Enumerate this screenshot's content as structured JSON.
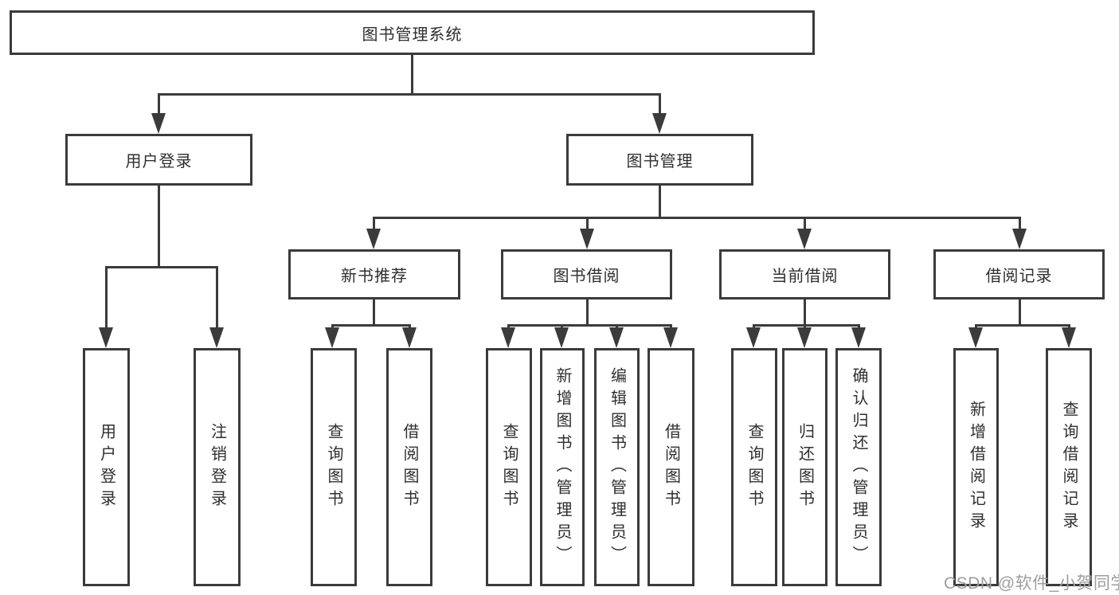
{
  "diagram": {
    "title_note": "functional structure tree",
    "root": {
      "label": "图书管理系统"
    },
    "level2": [
      {
        "label": "用户登录"
      },
      {
        "label": "图书管理"
      }
    ],
    "level3": [
      {
        "label": "新书推荐"
      },
      {
        "label": "图书借阅"
      },
      {
        "label": "当前借阅"
      },
      {
        "label": "借阅记录"
      }
    ],
    "leaves": {
      "user_login": [
        "用户登录",
        "注销登录"
      ],
      "new_book": [
        "查询图书",
        "借阅图书"
      ],
      "book_borrow": [
        "查询图书",
        "新增图书（管理员）",
        "编辑图书（管理员）",
        "借阅图书"
      ],
      "current_borrow": [
        "查询图书",
        "归还图书",
        "确认归还（管理员）"
      ],
      "borrow_record": [
        "新增借阅记录",
        "查询借阅记录"
      ]
    }
  },
  "watermark": {
    "text": "CSDN @软件_小贺同学"
  },
  "colors": {
    "line": "#3b3b3b",
    "text": "#2f2f2f",
    "watermark": "#9e9e9e",
    "background": "#ffffff"
  }
}
